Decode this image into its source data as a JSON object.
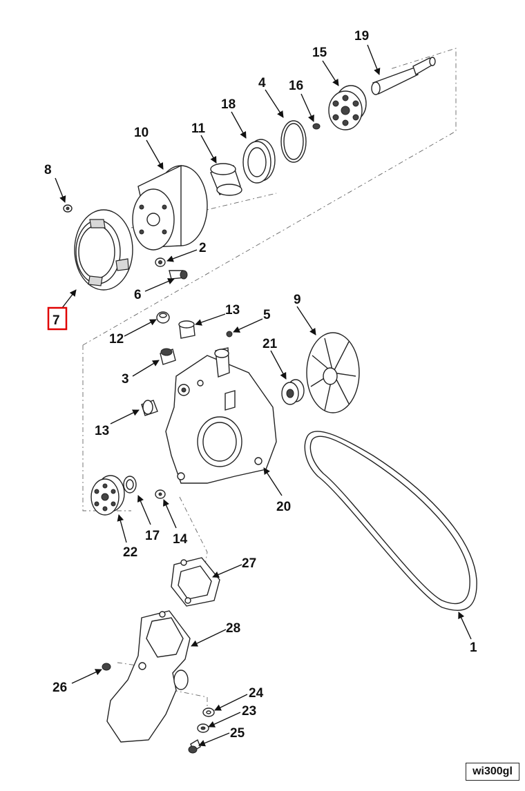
{
  "diagram": {
    "reference_code": "wi300gl",
    "highlight_color": "#e00000",
    "highlighted_callout": "7",
    "callouts": {
      "c1": "1",
      "c2": "2",
      "c3": "3",
      "c4": "4",
      "c5": "5",
      "c6": "6",
      "c7": "7",
      "c8": "8",
      "c9": "9",
      "c10": "10",
      "c11": "11",
      "c12": "12",
      "c13a": "13",
      "c13b": "13",
      "c14": "14",
      "c15": "15",
      "c16": "16",
      "c17": "17",
      "c18": "18",
      "c19": "19",
      "c20": "20",
      "c21": "21",
      "c22": "22",
      "c23": "23",
      "c24": "24",
      "c25": "25",
      "c26": "26",
      "c27": "27",
      "c28": "28"
    }
  }
}
